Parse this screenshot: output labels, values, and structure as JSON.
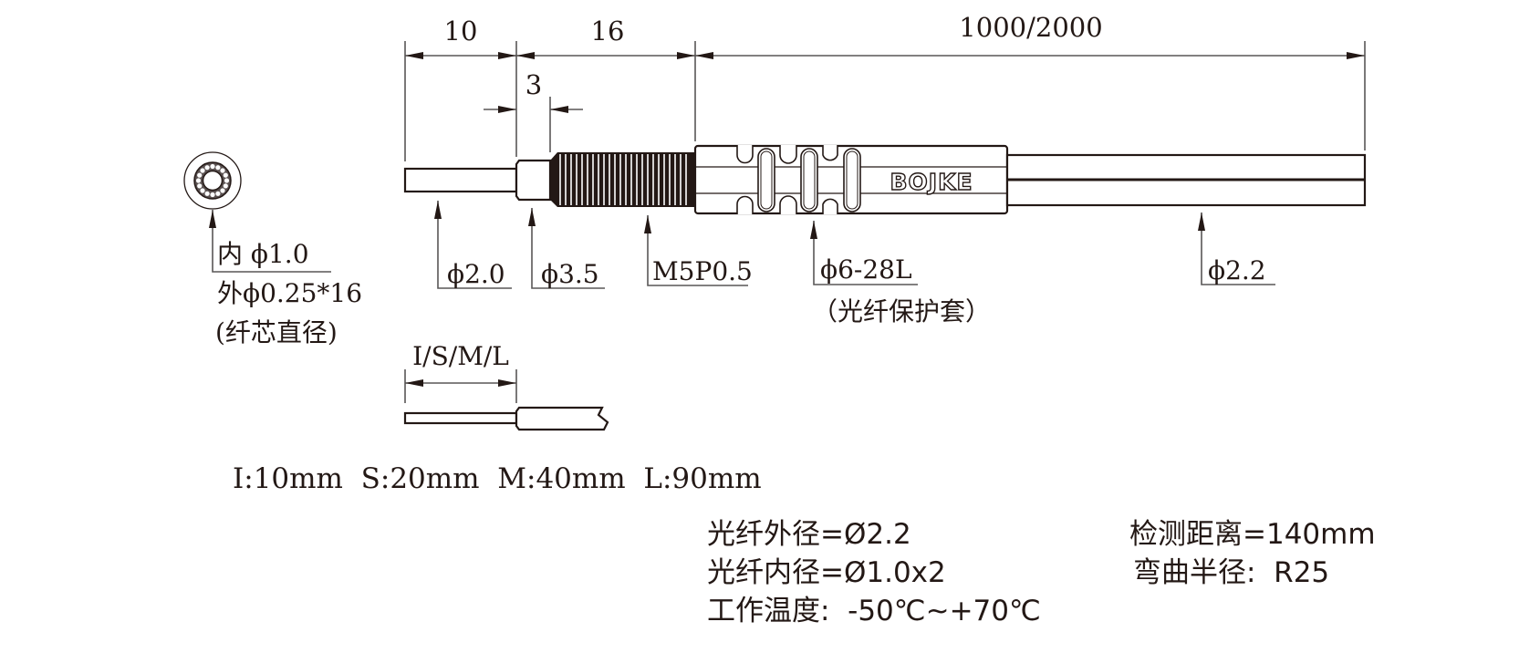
{
  "brand": "BOJKE",
  "colors": {
    "ink": "#231815",
    "dim_line": "#595757",
    "background": "#ffffff"
  },
  "dimensions": {
    "probe_length": "10",
    "thread_length": "16",
    "collar_length": "3",
    "cable_length": "1000/2000",
    "tip_length_options": "I/S/M/L"
  },
  "callouts": {
    "core_inner": "内 ϕ1.0",
    "core_outer": "外ϕ0.25*16",
    "core_note": "(纤芯直径)",
    "probe_diameter": "ϕ2.0",
    "collar_diameter": "ϕ3.5",
    "thread_spec": "M5P0.5",
    "sleeve_spec": "ϕ6-28L",
    "sleeve_note": "（光纤保护套）",
    "cable_diameter": "ϕ2.2"
  },
  "tip_lengths": "I:10mm  S:20mm  M:40mm  L:90mm",
  "specs": {
    "left": [
      "光纤外径=Ø2.2",
      "光纤内径=Ø1.0x2",
      "工作温度:  -50℃~+70℃"
    ],
    "right": [
      "检测距离=140mm",
      "弯曲半径:  R25"
    ]
  }
}
